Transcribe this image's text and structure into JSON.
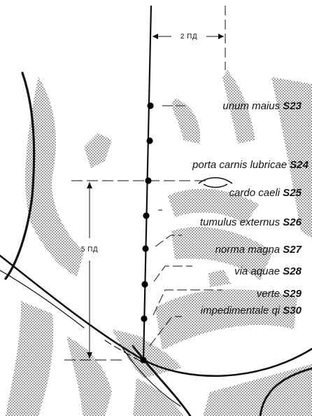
{
  "figure": {
    "dimension_top": "2 ПД",
    "dimension_left": "5 ПД",
    "points": [
      {
        "name": "unum maius",
        "code": "S23"
      },
      {
        "name": "porta carnis lubricae",
        "code": "S24"
      },
      {
        "name": "cardo caeli",
        "code": "S25"
      },
      {
        "name": "tumulus externus",
        "code": "S26"
      },
      {
        "name": "norma magna",
        "code": "S27"
      },
      {
        "name": "via aquae",
        "code": "S28"
      },
      {
        "name": "verte",
        "code": "S29"
      },
      {
        "name": "impedimentale qi",
        "code": "S30"
      }
    ]
  }
}
